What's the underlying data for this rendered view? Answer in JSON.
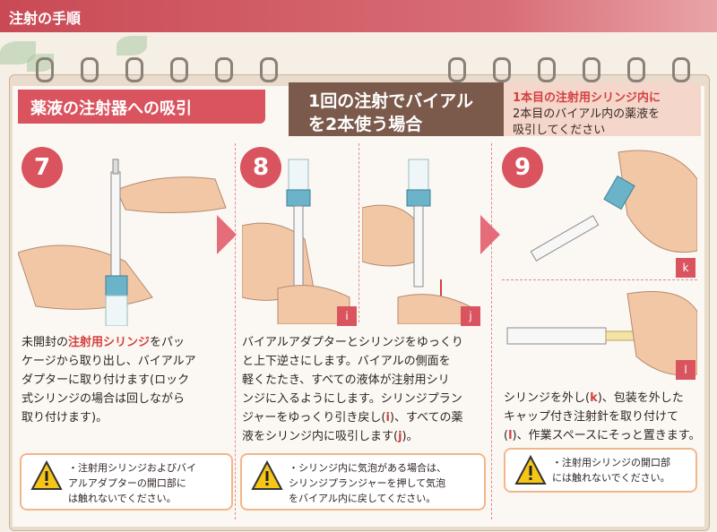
{
  "header": {
    "title": "注射の手順"
  },
  "section_title": "薬液の注射器への吸引",
  "two_vials": {
    "line1": "1回の注射でバイアル",
    "line2": "を2本使う場合",
    "note_highlight": "1本目の注射用シリンジ内に",
    "note_line2": "2本目のバイアル内の薬液を",
    "note_line3": "吸引してください"
  },
  "steps": [
    {
      "number": "7",
      "text_lines": [
        "未開封の",
        "注射用シリンジ",
        "をパッ",
        "ケージから取り出し、バイアルア",
        "ダプターに取り付けます(ロック",
        "式シリンジの場合は回しながら",
        "取り付けます)。"
      ],
      "caution": [
        "・注射用シリンジおよびバイ",
        "アルアダプターの開口部に",
        "は触れないでください。"
      ]
    },
    {
      "number": "8",
      "text_lines": [
        "バイアルアダプターとシリンジをゆっくり",
        "と上下逆さにします。バイアルの側面を",
        "軽くたたき、すべての液体が注射用シリ",
        "ンジに入るようにします。シリンジプラン",
        "ジャーをゆっくり引き戻し(",
        "i",
        ")、すべての薬",
        "液をシリンジ内に吸引します(",
        "j",
        ")。"
      ],
      "caution": [
        "・シリンジ内に気泡がある場合は、",
        "シリンジプランジャーを押して気泡",
        "をバイアル内に戻してください。"
      ]
    },
    {
      "number": "9",
      "text_lines": [
        "シリンジを外し(",
        "k",
        ")、包装を外した",
        "キャップ付き注射針を取り付けて",
        "(",
        "l",
        ")、作業スペースにそっと置きます。"
      ],
      "caution": [
        "・注射用シリンジの開口部",
        "には触れないでください。"
      ]
    }
  ],
  "image_labels": [
    "i",
    "j",
    "k",
    "l"
  ],
  "colors": {
    "accent": "#d9545f",
    "brown": "#7b5a4c",
    "caution_border": "#f2b68a"
  }
}
